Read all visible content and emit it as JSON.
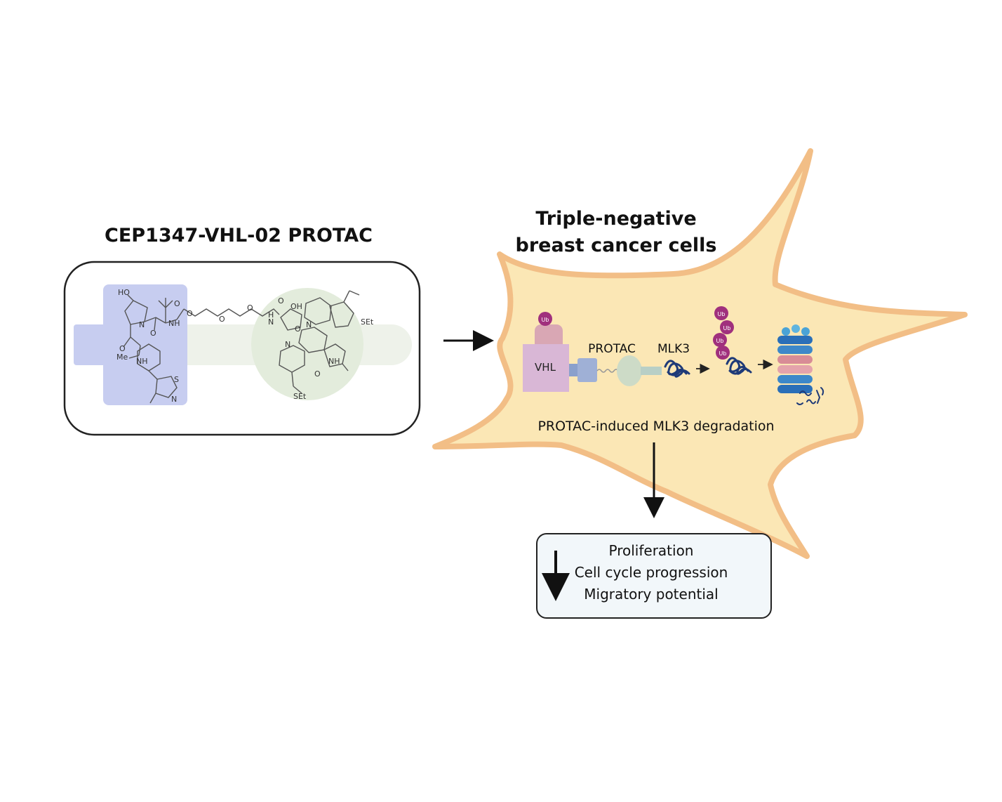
{
  "protac_title": "CEP1347-VHL-02 PROTAC",
  "cell_title": [
    "Triple-negative",
    "breast cancer cells"
  ],
  "labels": {
    "vhl": "VHL",
    "protac": "PROTAC",
    "mlk3": "MLK3",
    "ub": "Ub",
    "degradation": "PROTAC-induced MLK3 degradation"
  },
  "structure_text": {
    "ho": "HO",
    "nh": "NH",
    "n": "N",
    "o": "O",
    "me": "Me",
    "s": "S",
    "oh": "OH",
    "h": "H",
    "set": "SEt"
  },
  "outcomes": [
    "Proliferation",
    "Cell cycle progression",
    "Migratory potential"
  ],
  "colors": {
    "cell_fill": "#fbe7b5",
    "cell_stroke": "#f2be86",
    "vhl_ligand": "#c7cdf0",
    "warhead": "#e3ecdc",
    "vhl_box": "#d9b7d6",
    "ub": "#a0307d",
    "mlk3": "#1e3a78",
    "outcome_box": "#f2f7fa"
  }
}
